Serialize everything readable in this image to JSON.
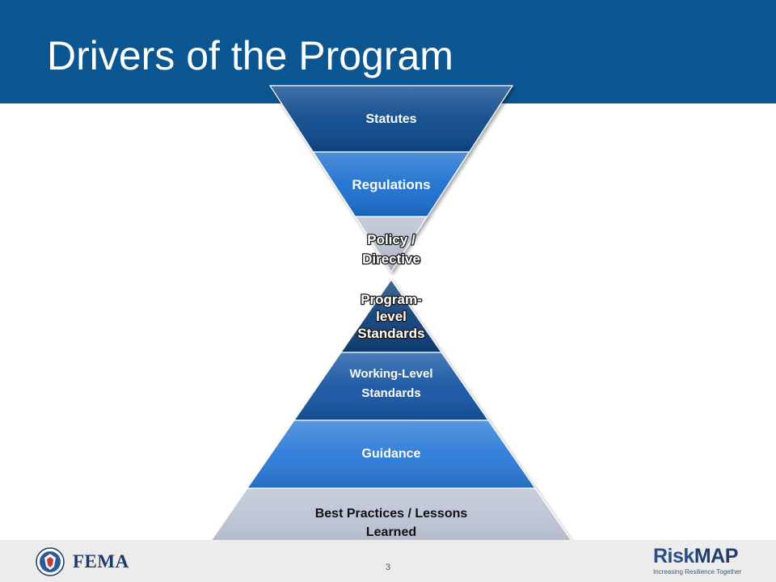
{
  "slide": {
    "title": "Drivers of the Program",
    "page_number": "3"
  },
  "diagram": {
    "top_funnel": [
      {
        "label": "Statutes",
        "color": "#0d4a8c"
      },
      {
        "label": "Regulations",
        "color": "#1c6fd0"
      },
      {
        "label": "Policy / Directive",
        "color": "#b7bfd0"
      }
    ],
    "bottom_pyramid": [
      {
        "label": "Program-level Standards",
        "color": "#0c3f79"
      },
      {
        "label": "Working-Level Standards",
        "color": "#1454a3"
      },
      {
        "label": "Guidance",
        "color": "#2a7ad8"
      },
      {
        "label": "Best Practices / Lessons Learned",
        "color": "#b9c1d2"
      }
    ]
  },
  "footer": {
    "fema_logo": {
      "icon": "dhs-seal-icon",
      "text": "FEMA"
    },
    "riskmap_logo": {
      "text_risk": "Risk",
      "text_map": "MAP",
      "tagline": "Increasing Resilience Together"
    }
  }
}
